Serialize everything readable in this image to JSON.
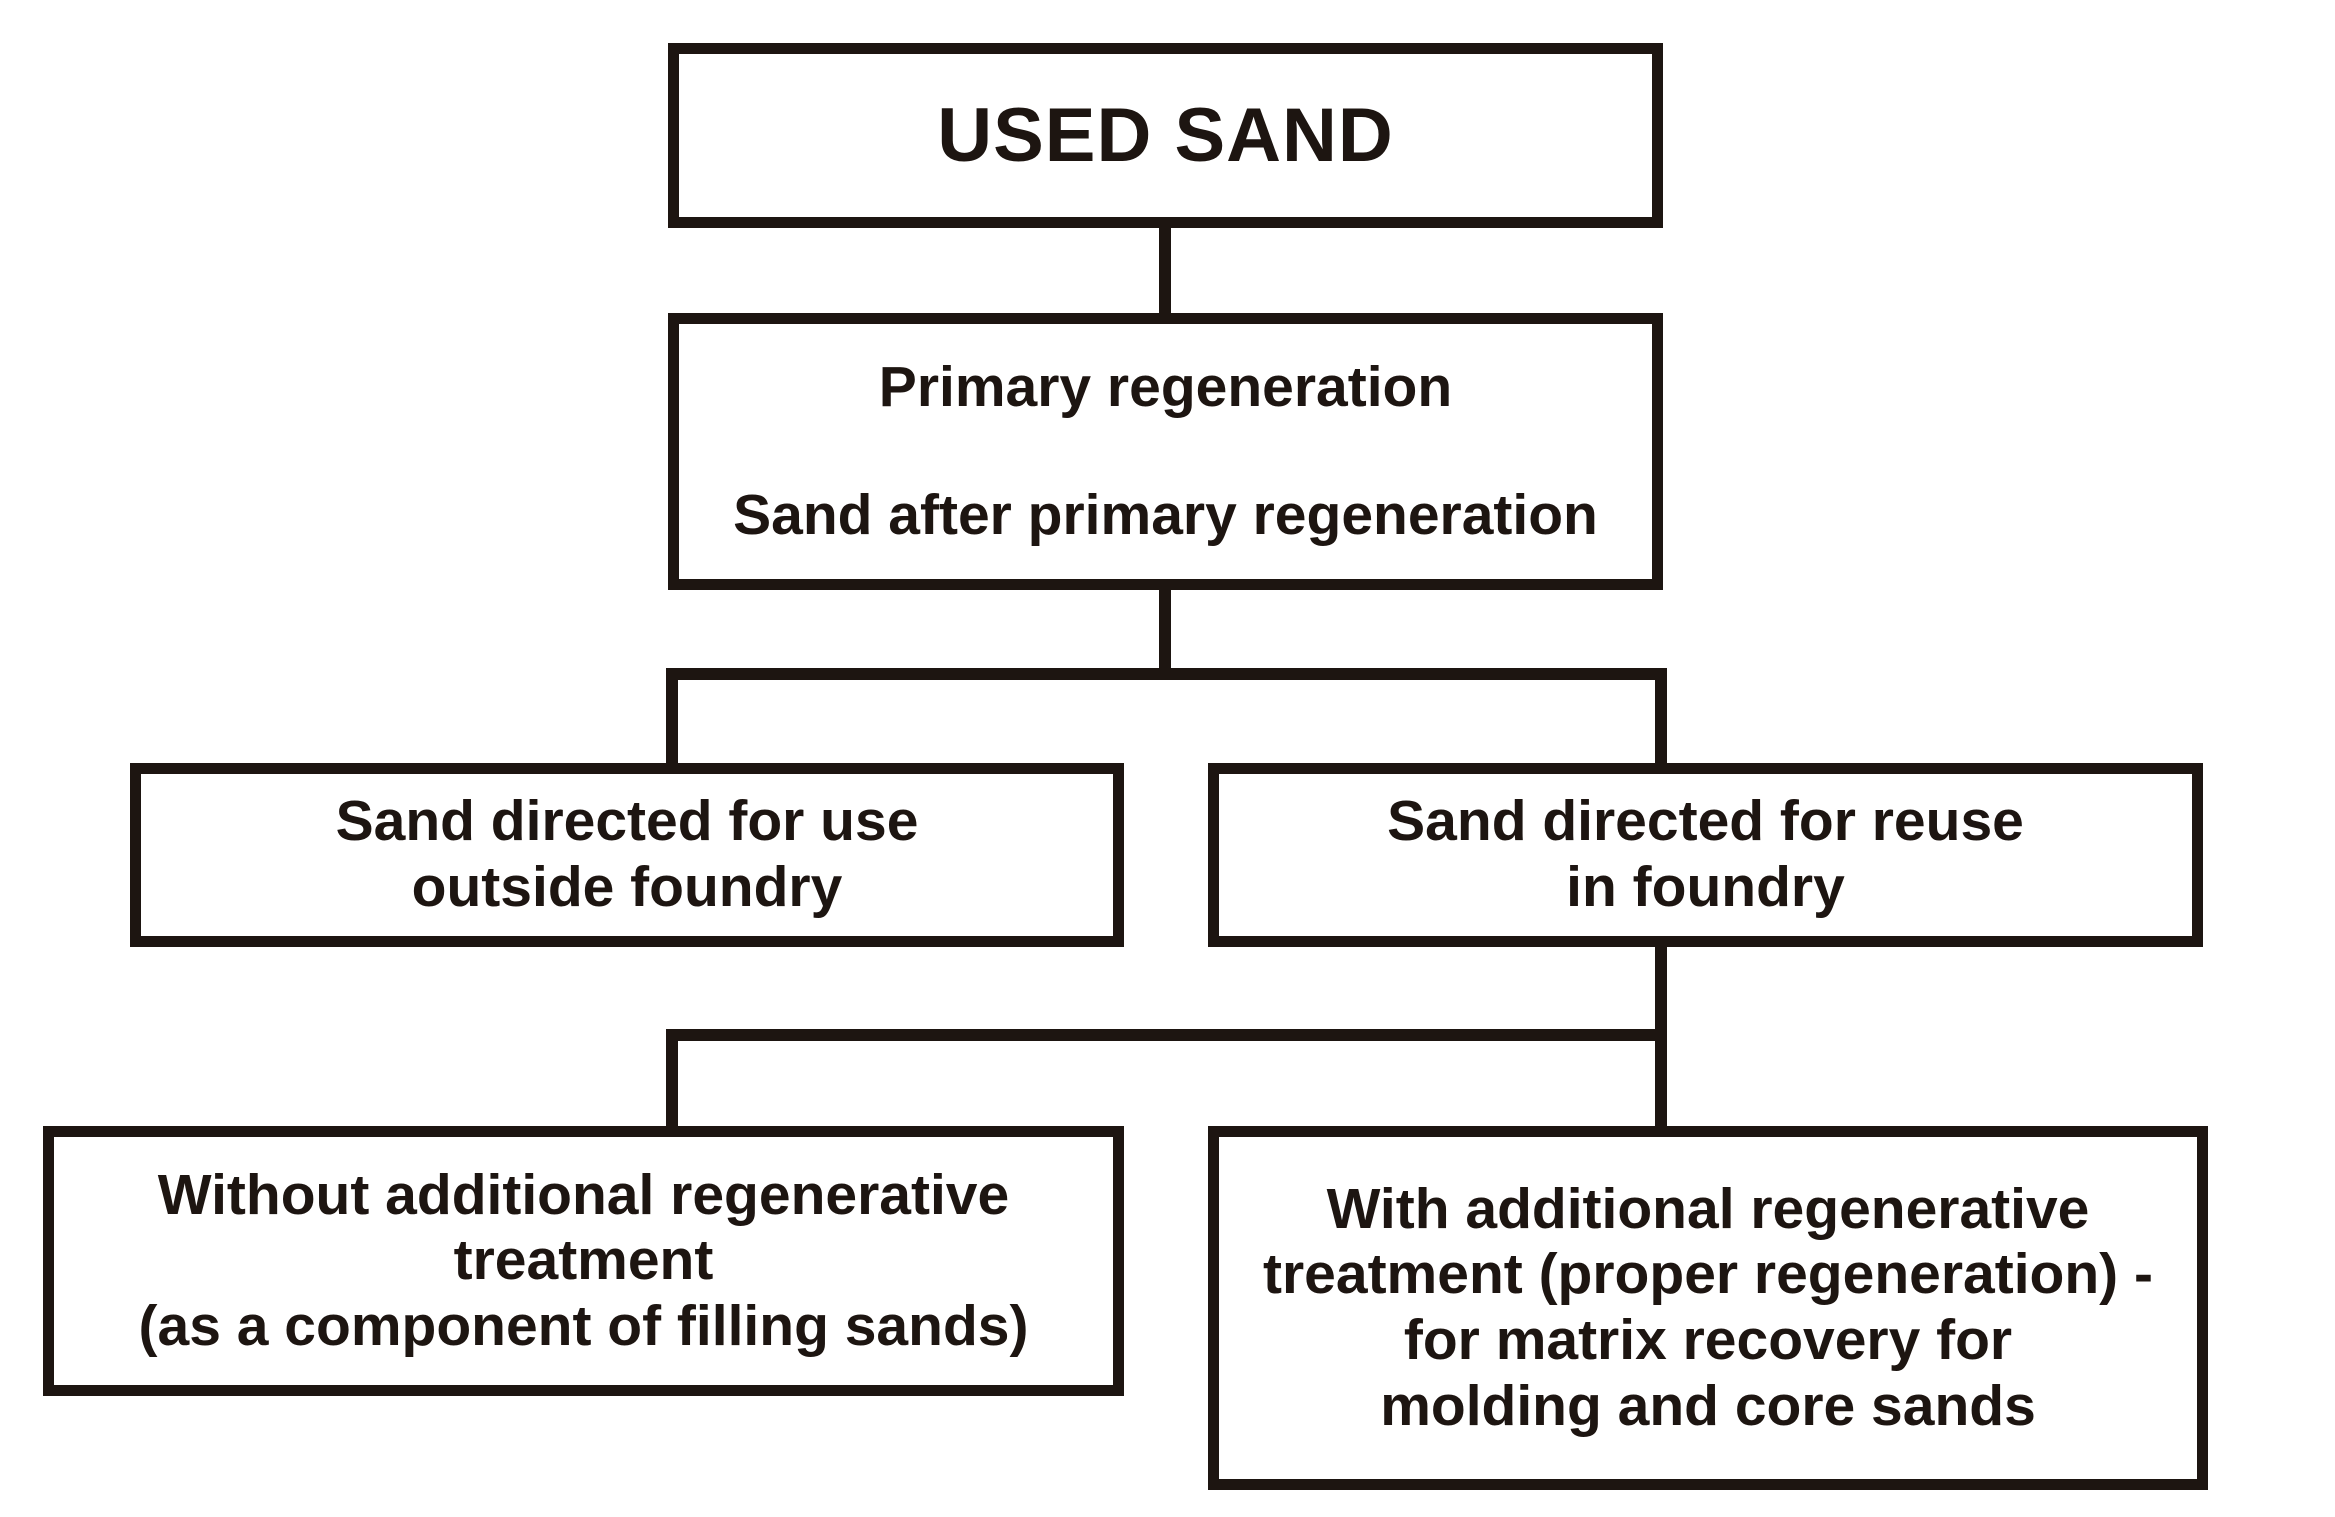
{
  "flowchart": {
    "description": "Used sand regeneration flowchart",
    "nodes": {
      "used_sand": {
        "lines": [
          "USED SAND"
        ]
      },
      "primary_regeneration": {
        "lines": [
          "Primary regeneration",
          "Sand after primary regeneration"
        ]
      },
      "outside_foundry": {
        "lines": [
          "Sand directed for use",
          "outside foundry"
        ]
      },
      "reuse_in_foundry": {
        "lines": [
          "Sand directed for reuse",
          "in foundry"
        ]
      },
      "without_treatment": {
        "lines": [
          "Without additional regenerative",
          "treatment",
          "(as a component of filling sands)"
        ]
      },
      "with_treatment": {
        "lines": [
          "With additional regenerative",
          "treatment (proper regeneration) -",
          "for matrix recovery for",
          "molding and core sands"
        ]
      }
    },
    "colors": {
      "ink": "#1d1511",
      "background": "#ffffff"
    }
  }
}
